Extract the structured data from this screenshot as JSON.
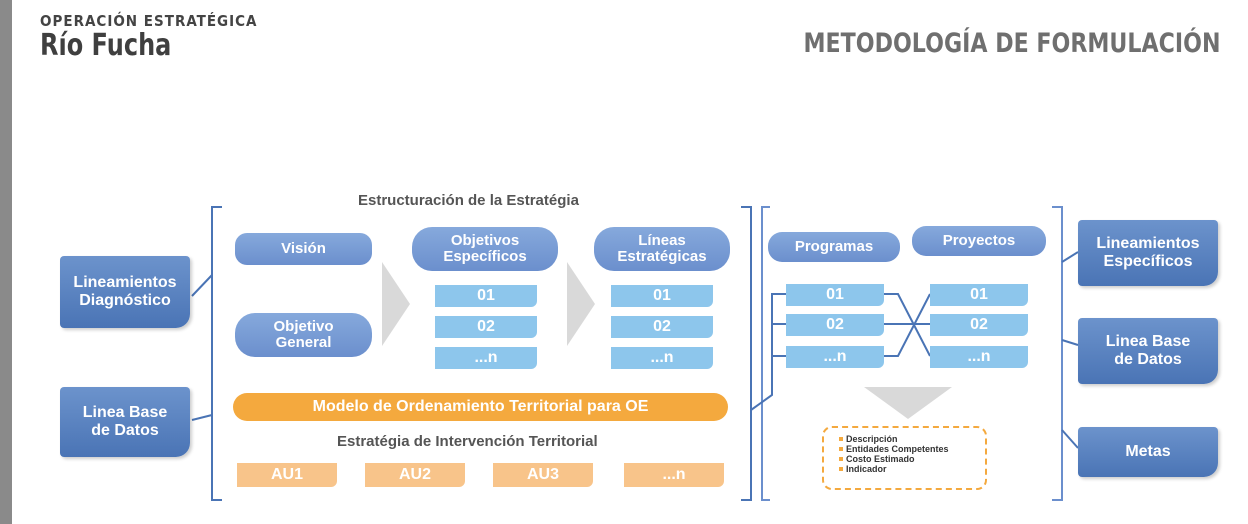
{
  "header": {
    "brand_top": "OPERACIÓN ESTRATÉGICA",
    "brand_main": "Río Fucha",
    "title": "METODOLOGÍA DE FORMULACIÓN"
  },
  "inputs": {
    "lineamientos_diagnostico": "Lineamientos Diagnóstico",
    "linea_base": "Linea Base de Datos"
  },
  "estructuracion": {
    "title": "Estructuración de la Estratégia",
    "vision": "Visión",
    "objetivo_general": "Objetivo General",
    "objetivos_especificos": {
      "label": "Objetivos Específicos",
      "items": [
        "01",
        "02",
        "...n"
      ]
    },
    "lineas_estrategicas": {
      "label": "Líneas Estratégicas",
      "items": [
        "01",
        "02",
        "...n"
      ]
    },
    "modelo": "Modelo de Ordenamiento Territorial para OE",
    "intervencion_title": "Estratégia de Intervención Territorial",
    "au_items": [
      "AU1",
      "AU2",
      "AU3",
      "...n"
    ]
  },
  "programas": {
    "label": "Programas",
    "items": [
      "01",
      "02",
      "...n"
    ]
  },
  "proyectos": {
    "label": "Proyectos",
    "items": [
      "01",
      "02",
      "...n"
    ]
  },
  "proyecto_notes": [
    "Descripción",
    "Entidades Competentes",
    "Costo Estimado",
    "Indicador"
  ],
  "outputs": {
    "lineamientos_especificos": "Lineamientos Específicos",
    "linea_base": "Linea Base de Datos",
    "metas": "Metas"
  },
  "colors": {
    "dark_blue": "#4a74b5",
    "mid_blue": "#6b8fcd",
    "light_blue": "#8dc6ec",
    "orange": "#f4a93e",
    "light_orange": "#f8c48a"
  }
}
